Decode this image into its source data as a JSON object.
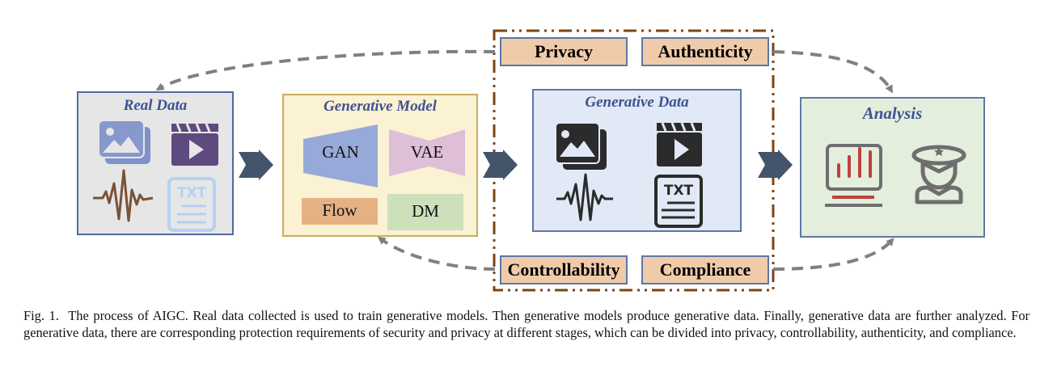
{
  "figure": {
    "real_data": {
      "title": "Real Data",
      "icons": [
        "image-stack-icon",
        "video-clapper-icon",
        "audio-wave-icon",
        "txt-document-icon"
      ]
    },
    "generative_model": {
      "title": "Generative Model",
      "models": [
        "GAN",
        "VAE",
        "Flow",
        "DM"
      ]
    },
    "generative_data": {
      "title": "Generative Data",
      "icons": [
        "image-stack-icon",
        "video-clapper-icon",
        "audio-wave-icon",
        "txt-document-icon"
      ]
    },
    "analysis": {
      "title": "Analysis",
      "icons": [
        "monitor-chart-icon",
        "officer-icon"
      ]
    },
    "requirements": {
      "privacy": "Privacy",
      "authenticity": "Authenticity",
      "controllability": "Controllability",
      "compliance": "Compliance"
    },
    "colors": {
      "real_data_bg": "#e6e6e6",
      "generative_model_bg": "#fbf1d3",
      "generative_data_bg": "#e0e9f5",
      "analysis_bg": "#e4eedc",
      "requirement_bg": "#f0cbaa",
      "title_text": "#3f5291",
      "flow_arrow": "#44546a",
      "dashed_arrow": "#808080",
      "security_boundary": "#7b4516"
    }
  },
  "caption": {
    "label": "Fig. 1.",
    "text": "The process of AIGC. Real data collected is used to train generative models. Then generative models produce generative data. Finally, generative data are further analyzed. For generative data, there are corresponding protection requirements of security and privacy at different stages, which can be divided into privacy, controllability, authenticity, and compliance."
  }
}
